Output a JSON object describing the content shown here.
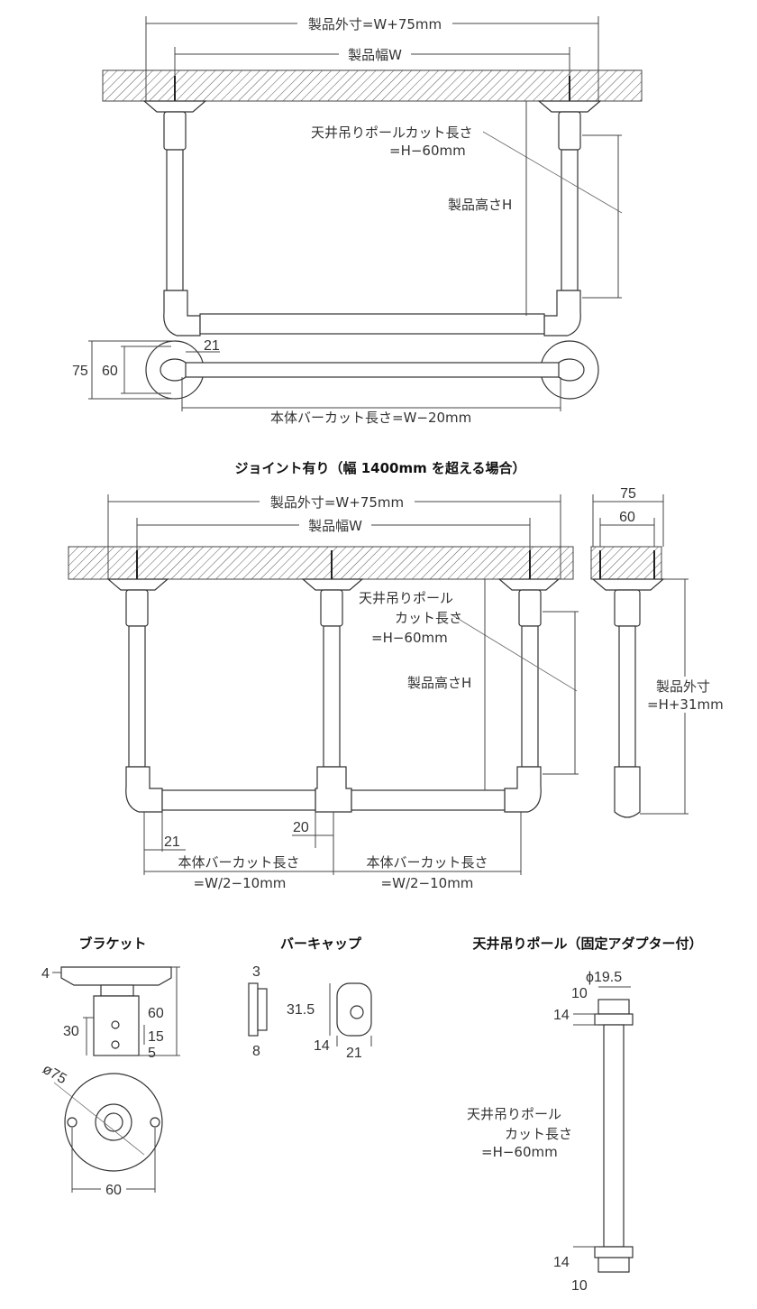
{
  "top": {
    "outer_width": "製品外寸=W+75mm",
    "width": "製品幅W",
    "pole_cut_line1": "天井吊りポールカット長さ",
    "pole_cut_line2": "=H−60mm",
    "height": "製品高さH",
    "dim_21": "21",
    "dim_75": "75",
    "dim_60": "60",
    "bar_cut": "本体バーカット長さ=W−20mm"
  },
  "joint": {
    "title": "ジョイント有り（幅 1400mm を超える場合）",
    "outer_width": "製品外寸=W+75mm",
    "width": "製品幅W",
    "pole_cut_line1": "天井吊りポール",
    "pole_cut_line2": "カット長さ",
    "pole_cut_line3": "=H−60mm",
    "height": "製品高さH",
    "dim_20": "20",
    "dim_21": "21",
    "bar_cut_left_line1": "本体バーカット長さ",
    "bar_cut_left_line2": "=W/2−10mm",
    "bar_cut_right_line1": "本体バーカット長さ",
    "bar_cut_right_line2": "=W/2−10mm",
    "side_75": "75",
    "side_60": "60",
    "side_outer_line1": "製品外寸",
    "side_outer_line2": "=H+31mm"
  },
  "bracket": {
    "title": "ブラケット",
    "dim_4": "4",
    "dim_60": "60",
    "dim_30": "30",
    "dim_15": "15",
    "dim_5": "5",
    "dim_phi75": "ø75",
    "dim_60b": "60"
  },
  "barcap": {
    "title": "バーキャップ",
    "dim_3": "3",
    "dim_8": "8",
    "dim_31_5": "31.5",
    "dim_14": "14",
    "dim_21": "21"
  },
  "pole": {
    "title": "天井吊りポール（固定アダプター付）",
    "dim_phi": "ϕ19.5",
    "dim_10_top": "10",
    "dim_14_top": "14",
    "label_line1": "天井吊りポール",
    "label_line2": "カット長さ",
    "label_line3": "=H−60mm",
    "dim_14_bottom": "14",
    "dim_10_bottom": "10"
  }
}
